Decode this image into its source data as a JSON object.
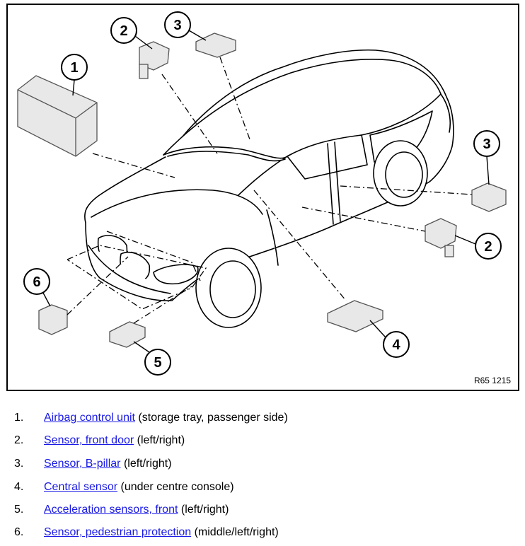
{
  "figure": {
    "reference": "R65 1215",
    "callouts": [
      "1",
      "2",
      "3",
      "3",
      "2",
      "6",
      "4",
      "5"
    ]
  },
  "legend": [
    {
      "number": "1.",
      "link": "Airbag control unit",
      "note": "(storage tray, passenger side)"
    },
    {
      "number": "2.",
      "link": "Sensor, front door",
      "note": "(left/right)"
    },
    {
      "number": "3.",
      "link": "Sensor, B-pillar",
      "note": "(left/right)"
    },
    {
      "number": "4.",
      "link": "Central sensor",
      "note": "(under centre console)"
    },
    {
      "number": "5.",
      "link": "Acceleration sensors, front",
      "note": "(left/right)"
    },
    {
      "number": "6.",
      "link": "Sensor, pedestrian protection",
      "note": "(middle/left/right)"
    }
  ]
}
